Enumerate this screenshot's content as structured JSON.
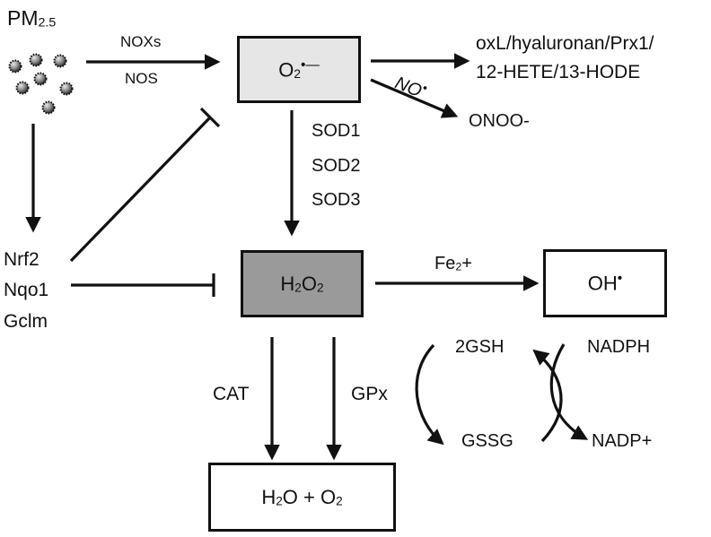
{
  "colors": {
    "stroke": "#111111",
    "superoxide_fill": "#e6e6e6",
    "peroxide_fill": "#9a9a9a",
    "particle_fill": "#8c8c8c"
  },
  "icons": {
    "particles": "particulate-matter-icon"
  },
  "source": {
    "label": "PM",
    "subscript": "2.5"
  },
  "enzymes": {
    "producers": [
      "NOXs",
      "NOS"
    ],
    "sod": [
      "SOD1",
      "SOD2",
      "SOD3"
    ],
    "cat": "CAT",
    "gpx": "GPx"
  },
  "nodes": {
    "superoxide": {
      "base": "O",
      "sub": "2",
      "sup": "•—"
    },
    "peroxide": {
      "a": "H",
      "a_sub": "2",
      "b": "O",
      "b_sub": "2"
    },
    "hydroxyl": {
      "base": "OH",
      "sup": "•"
    },
    "products": {
      "a": "H",
      "a_sub": "2",
      "b": "O + O",
      "b_sub": "2"
    }
  },
  "oxidation_targets": [
    "oxL/hyaluronan/Prx1/",
    "12-HETE/13-HODE"
  ],
  "no_label": {
    "base": "NO",
    "sup": "•"
  },
  "peroxynitrite": "ONOO-",
  "fenton": {
    "base": "Fe",
    "sub": "2",
    "suffix": "+"
  },
  "nrf2_genes": [
    "Nrf2",
    "Nqo1",
    "Gclm"
  ],
  "glutathione_cycle": {
    "reduced": "2GSH",
    "oxidized": "GSSG",
    "cofactor_reduced": "NADPH",
    "cofactor_oxidized": "NADP+"
  }
}
